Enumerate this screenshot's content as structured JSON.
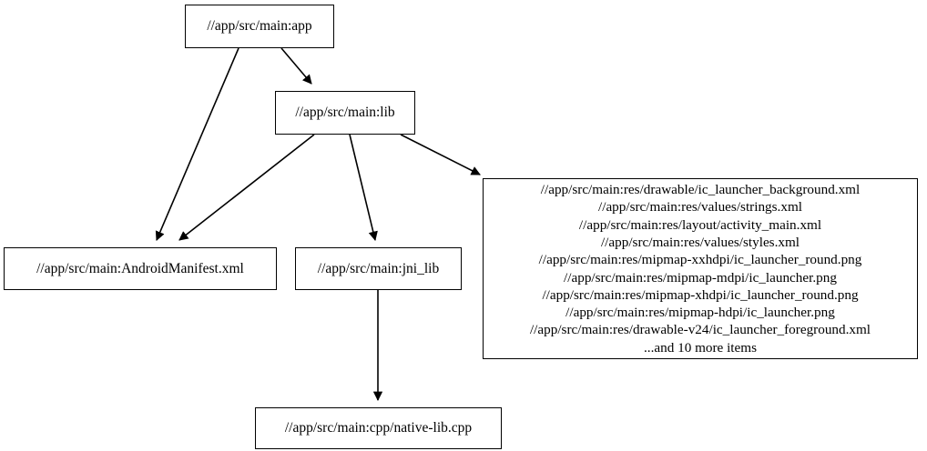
{
  "graph": {
    "type": "dependency-graph",
    "orientation": "top-to-bottom",
    "background_color": "#ffffff",
    "node_border_color": "#000000",
    "edge_color": "#000000",
    "nodes": [
      {
        "id": "app",
        "label": "//app/src/main:app"
      },
      {
        "id": "lib",
        "label": "//app/src/main:lib"
      },
      {
        "id": "manifest",
        "label": "//app/src/main:AndroidManifest.xml"
      },
      {
        "id": "jni",
        "label": "//app/src/main:jni_lib"
      },
      {
        "id": "res",
        "lines": [
          "//app/src/main:res/drawable/ic_launcher_background.xml",
          "//app/src/main:res/values/strings.xml",
          "//app/src/main:res/layout/activity_main.xml",
          "//app/src/main:res/values/styles.xml",
          "//app/src/main:res/mipmap-xxhdpi/ic_launcher_round.png",
          "//app/src/main:res/mipmap-mdpi/ic_launcher.png",
          "//app/src/main:res/mipmap-xhdpi/ic_launcher_round.png",
          "//app/src/main:res/mipmap-hdpi/ic_launcher.png",
          "//app/src/main:res/drawable-v24/ic_launcher_foreground.xml",
          "...and 10 more items"
        ]
      },
      {
        "id": "cpp",
        "label": "//app/src/main:cpp/native-lib.cpp"
      }
    ],
    "edges": [
      {
        "from": "app",
        "to": "manifest"
      },
      {
        "from": "app",
        "to": "lib"
      },
      {
        "from": "lib",
        "to": "manifest"
      },
      {
        "from": "lib",
        "to": "jni"
      },
      {
        "from": "lib",
        "to": "res"
      },
      {
        "from": "jni",
        "to": "cpp"
      }
    ]
  }
}
